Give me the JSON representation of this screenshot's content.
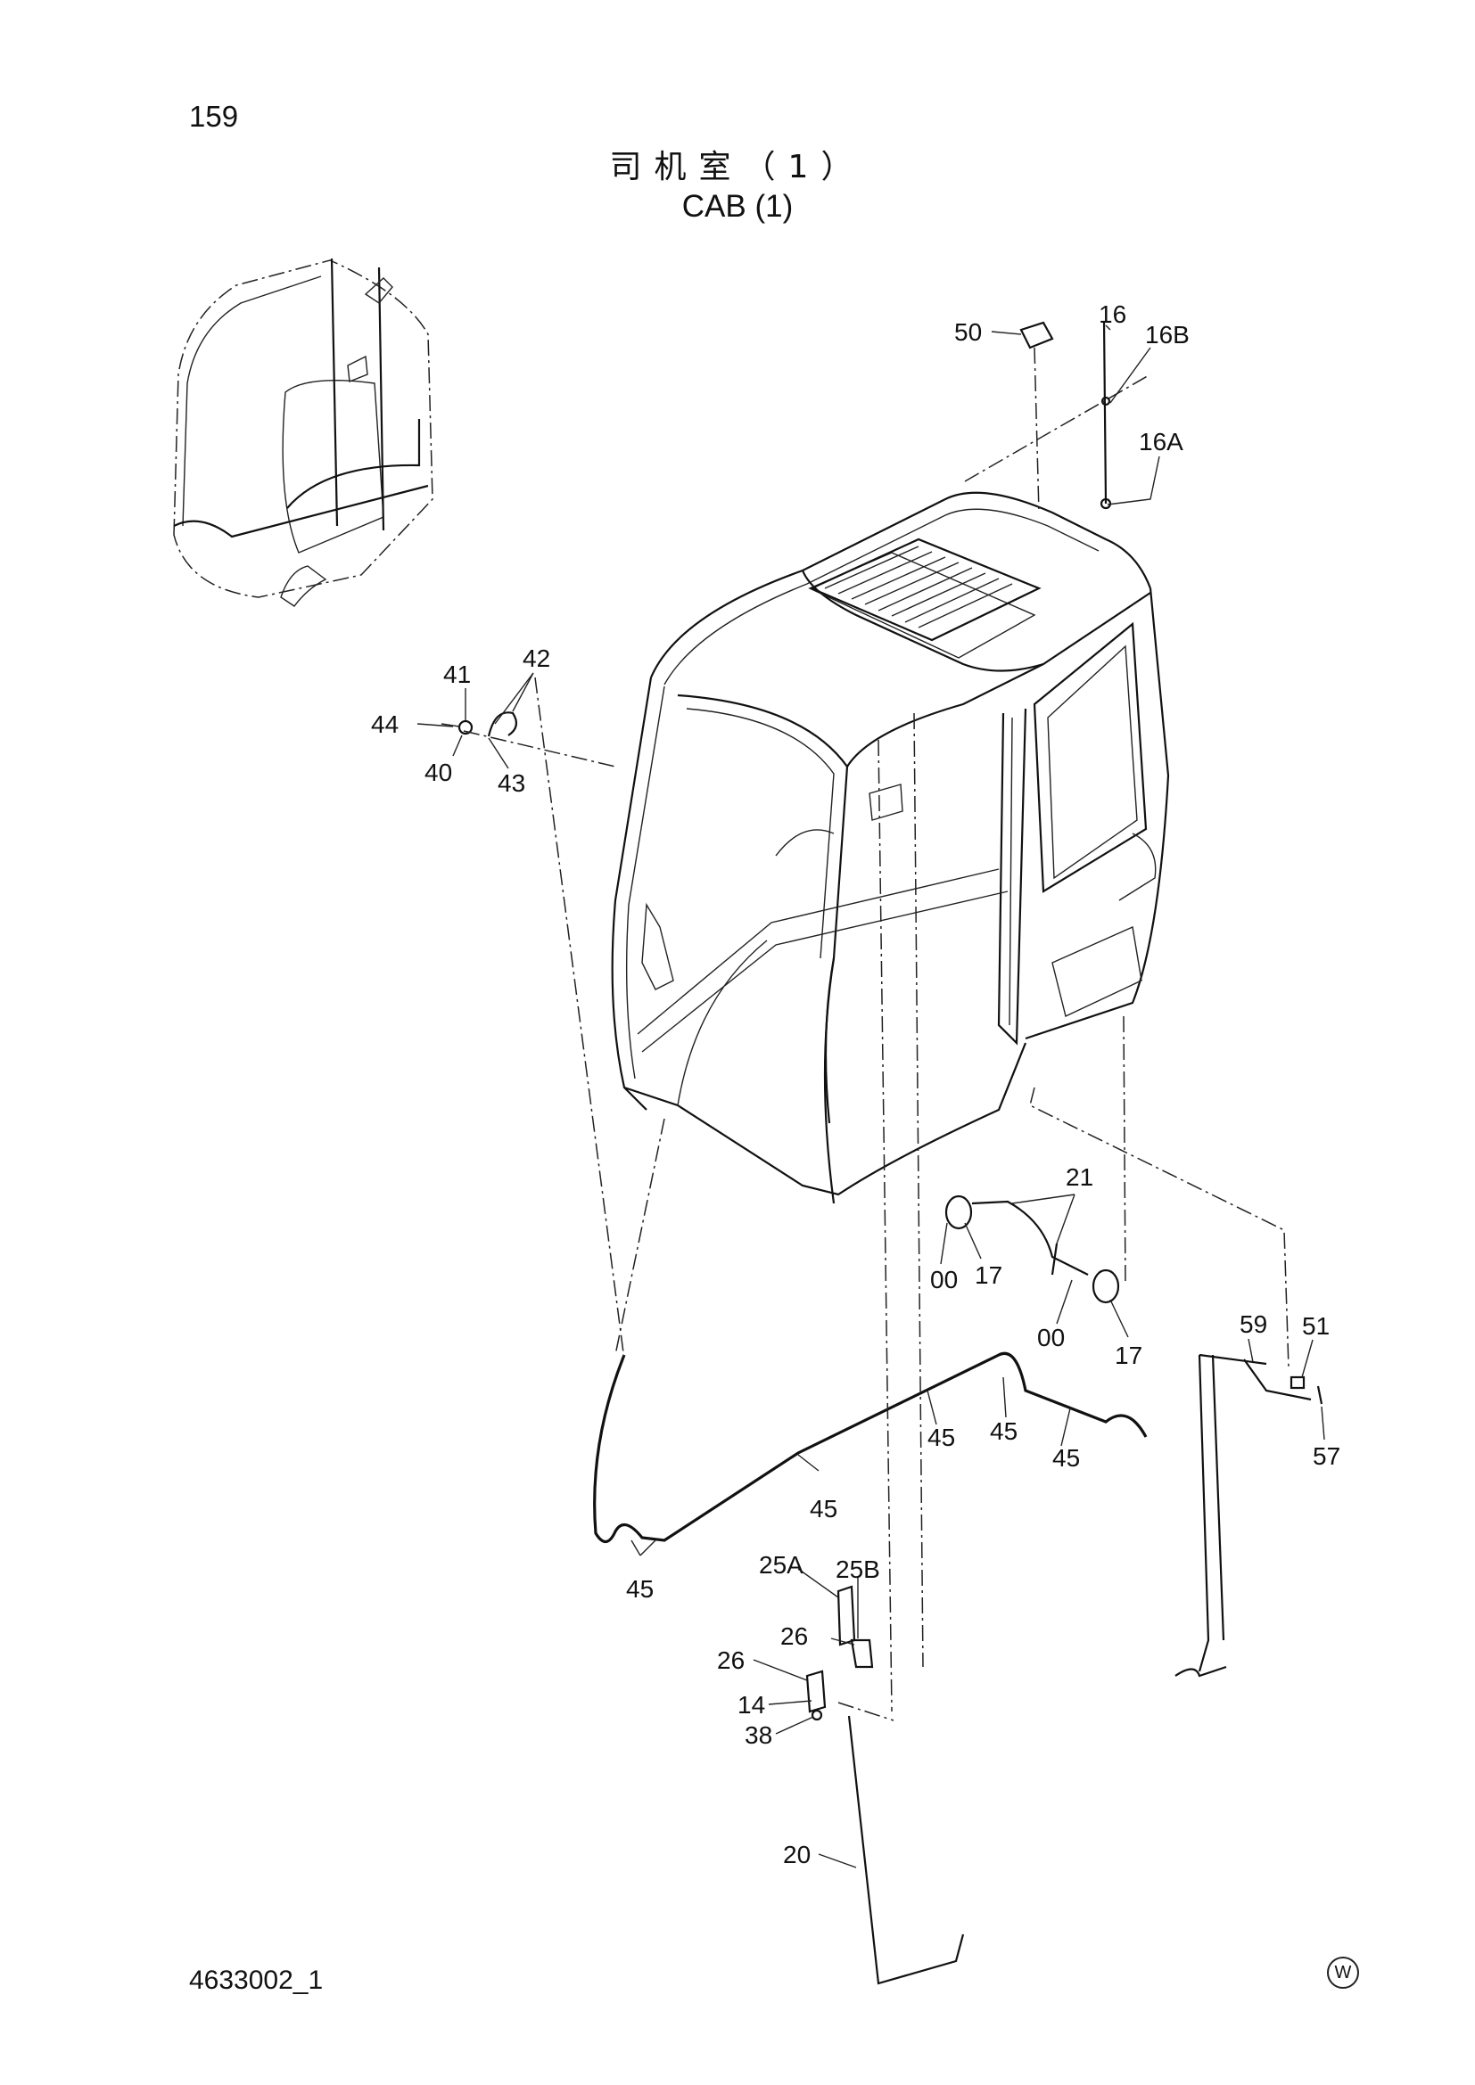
{
  "page": {
    "number": "159",
    "title_cn": "司机室（1）",
    "title_en": "CAB (1)",
    "doc_code": "4633002_1",
    "corner_mark": "W"
  },
  "callouts": [
    {
      "id": "c50",
      "label": "50"
    },
    {
      "id": "c16",
      "label": "16"
    },
    {
      "id": "c16B",
      "label": "16B"
    },
    {
      "id": "c16A",
      "label": "16A"
    },
    {
      "id": "c42",
      "label": "42"
    },
    {
      "id": "c41",
      "label": "41"
    },
    {
      "id": "c44",
      "label": "44"
    },
    {
      "id": "c40",
      "label": "40"
    },
    {
      "id": "c43",
      "label": "43"
    },
    {
      "id": "c21",
      "label": "21"
    },
    {
      "id": "c00a",
      "label": "00"
    },
    {
      "id": "c17a",
      "label": "17"
    },
    {
      "id": "c00b",
      "label": "00"
    },
    {
      "id": "c17b",
      "label": "17"
    },
    {
      "id": "c59",
      "label": "59"
    },
    {
      "id": "c51",
      "label": "51"
    },
    {
      "id": "c57",
      "label": "57"
    },
    {
      "id": "c45a",
      "label": "45"
    },
    {
      "id": "c45b",
      "label": "45"
    },
    {
      "id": "c45c",
      "label": "45"
    },
    {
      "id": "c45d",
      "label": "45"
    },
    {
      "id": "c45e",
      "label": "45"
    },
    {
      "id": "c25A",
      "label": "25A"
    },
    {
      "id": "c25B",
      "label": "25B"
    },
    {
      "id": "c26a",
      "label": "26"
    },
    {
      "id": "c26b",
      "label": "26"
    },
    {
      "id": "c14",
      "label": "14"
    },
    {
      "id": "c38",
      "label": "38"
    },
    {
      "id": "c20",
      "label": "20"
    }
  ]
}
